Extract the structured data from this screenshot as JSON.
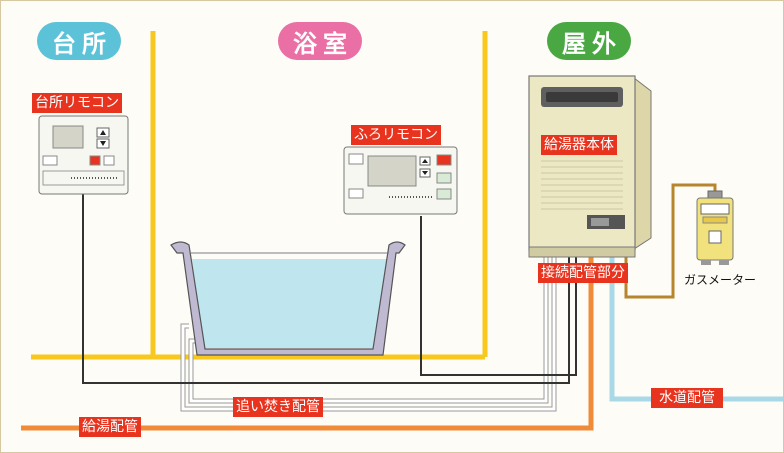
{
  "zones": {
    "kitchen": "台所",
    "bathroom": "浴室",
    "outdoor": "屋外"
  },
  "labels": {
    "kitchen_remote": "台所リモコン",
    "bath_remote": "ふろリモコン",
    "heater_body": "給湯器本体",
    "connection_piping": "接続配管部分",
    "gas_meter": "ガスメーター",
    "reheat_piping": "追い焚き配管",
    "hot_water_piping": "給湯配管",
    "water_piping": "水道配管"
  },
  "colors": {
    "kitchen_zone": "#5bc2d8",
    "bathroom_zone": "#ea6fa5",
    "outdoor_zone": "#4aa843",
    "label_red": "#e8341f",
    "wall_yellow": "#f9c81e",
    "hot_water_pipe": "#f08b3a",
    "water_pipe": "#a9d8e6",
    "gas_pipe": "#b7862c",
    "signal_cable": "#333333",
    "bath_water": "#bfe6ef"
  }
}
